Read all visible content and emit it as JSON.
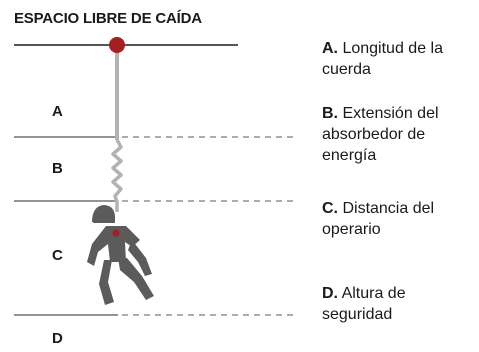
{
  "title": "ESPACIO LIBRE DE CAÍDA",
  "zones": [
    {
      "letter": "A"
    },
    {
      "letter": "B"
    },
    {
      "letter": "C"
    },
    {
      "letter": "D"
    }
  ],
  "legend": [
    {
      "key": "A.",
      "text": "Longitud de la cuerda"
    },
    {
      "key": "B.",
      "text": "Extensión del absorbedor de energía"
    },
    {
      "key": "C.",
      "text": "Distancia del operario"
    },
    {
      "key": "D.",
      "text": "Altura de seguridad"
    }
  ],
  "colors": {
    "anchor": "#a31f24",
    "line": "#555555",
    "rope": "#b3b3b3",
    "worker": "#5b5b5b",
    "dashed": "#7a7a7a"
  },
  "icons": [
    "anchor-point-icon",
    "worker-figure-icon"
  ]
}
